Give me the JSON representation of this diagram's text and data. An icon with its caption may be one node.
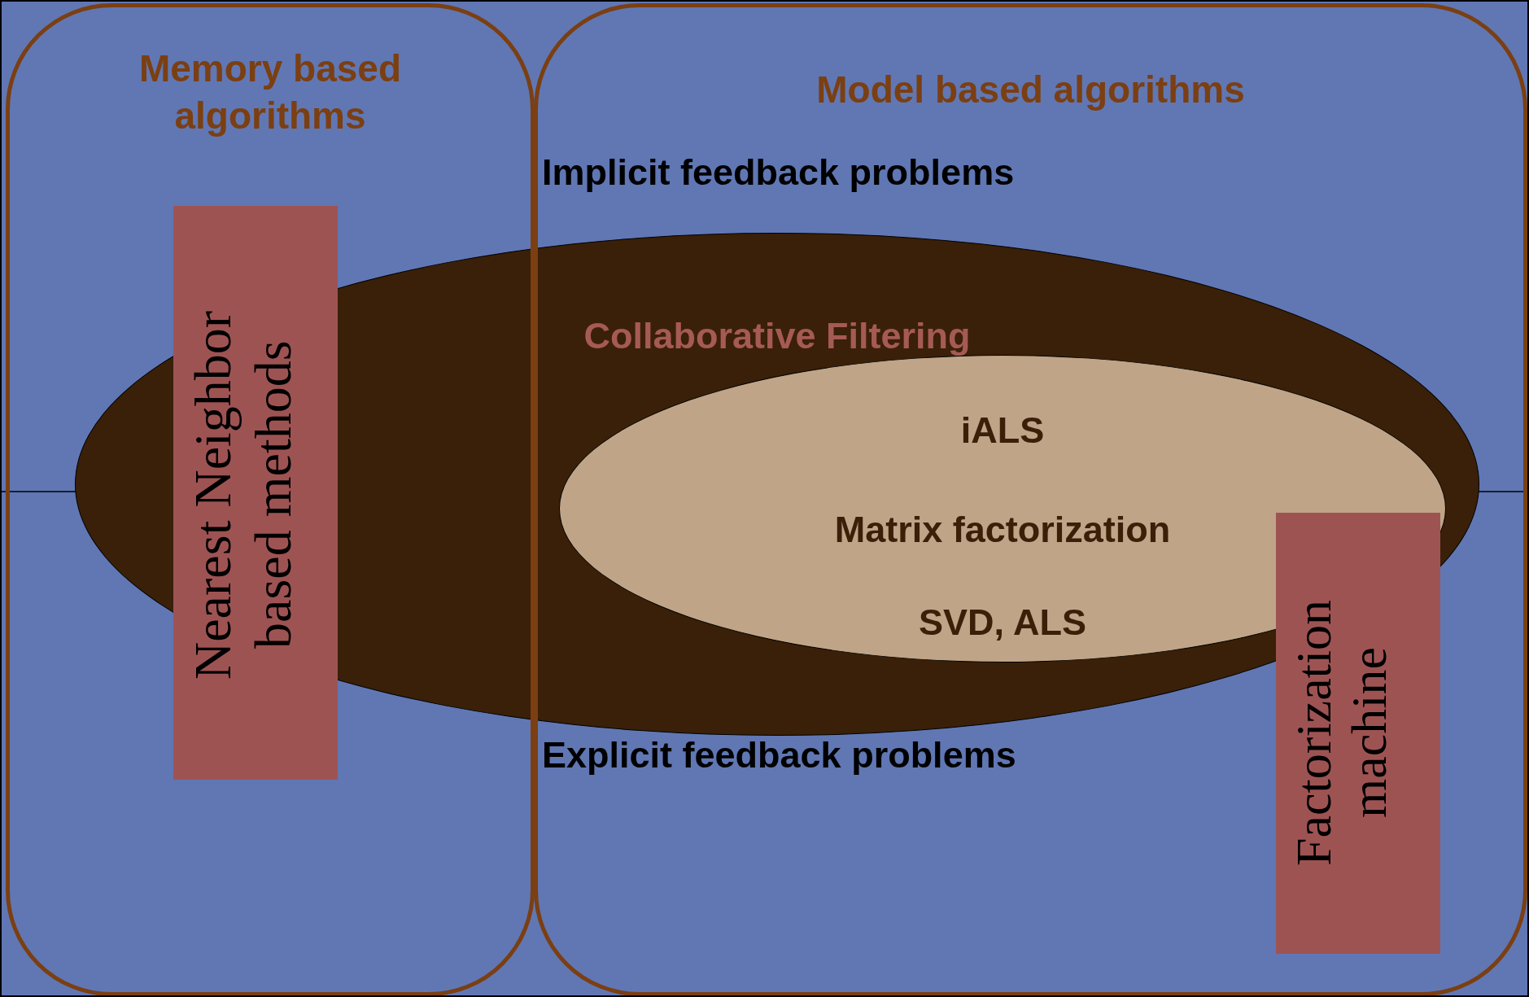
{
  "diagram": {
    "nodes": [
      {
        "text": [
          "Memory based algorithms"
        ]
      },
      {
        "text": [
          "Model based algorithms"
        ]
      },
      {
        "text": [
          "Collaborative Filtering"
        ]
      },
      {
        "text": [
          "iALS",
          "Matrix factorization",
          "SVD, ALS"
        ]
      },
      {
        "text": [
          "Nearest Neighbor based methods"
        ],
        "in": 0
      },
      {
        "text": [
          "Factorization machine"
        ],
        "in": 1
      }
    ],
    "labels": [
      "Implicit feedback problems",
      "Explicit feedback problems"
    ]
  }
}
